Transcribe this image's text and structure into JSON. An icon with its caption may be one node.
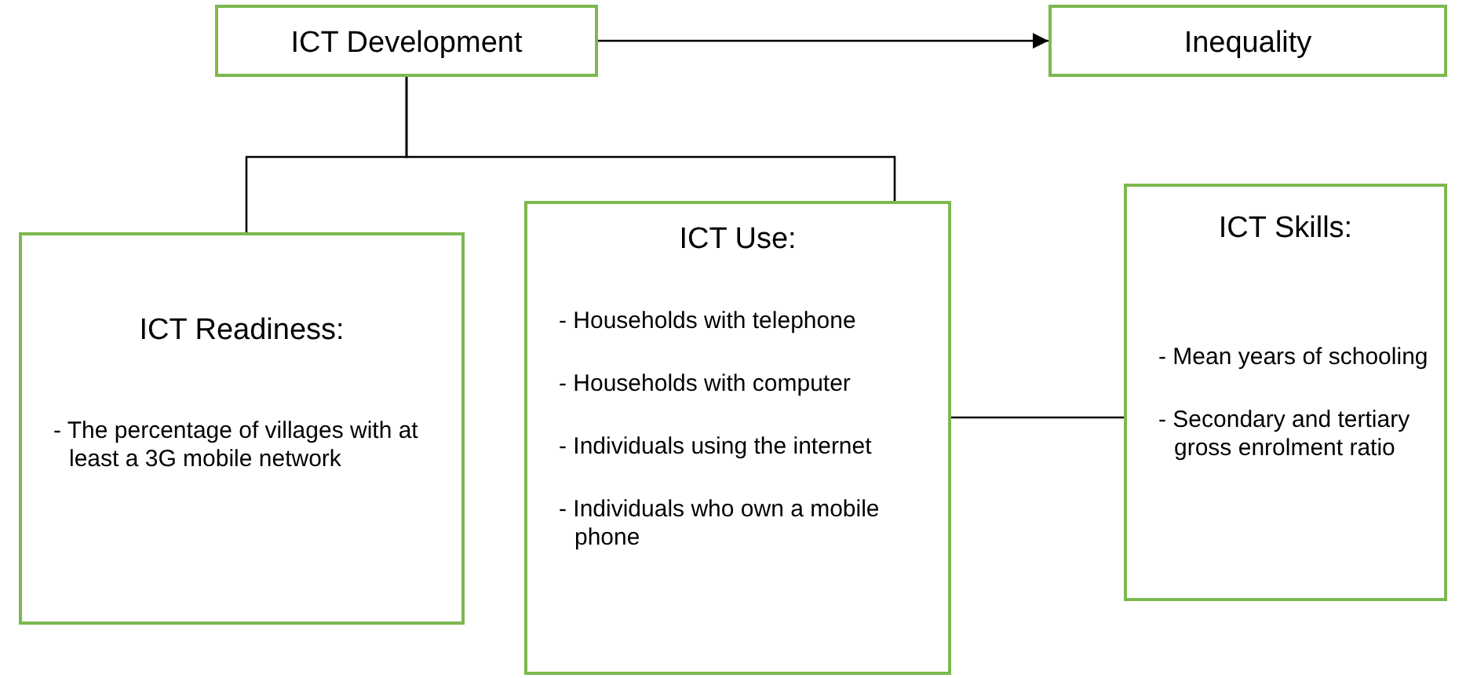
{
  "diagram": {
    "nodes": [
      {
        "text": [
          "ICT Development"
        ]
      },
      {
        "text": [
          "Inequality"
        ]
      },
      {
        "text": [
          "ICT Readiness:",
          "- The percentage of villages with at least a 3G mobile network"
        ]
      },
      {
        "text": [
          "ICT Use:",
          "- Households with telephone",
          "- Households with computer",
          "- Individuals using the internet",
          "- Individuals who own a mobile phone"
        ]
      },
      {
        "text": [
          "ICT Skills:",
          "- Mean years of schooling",
          "- Secondary and tertiary gross enrolment ratio"
        ]
      }
    ],
    "edges": [
      {
        "from": 0,
        "to": 1,
        "arrow": "to"
      },
      {
        "from": 0,
        "to": 2,
        "arrow": "none"
      },
      {
        "from": 0,
        "to": 3,
        "arrow": "none"
      },
      {
        "from": 3,
        "to": 4,
        "arrow": "none"
      }
    ]
  }
}
